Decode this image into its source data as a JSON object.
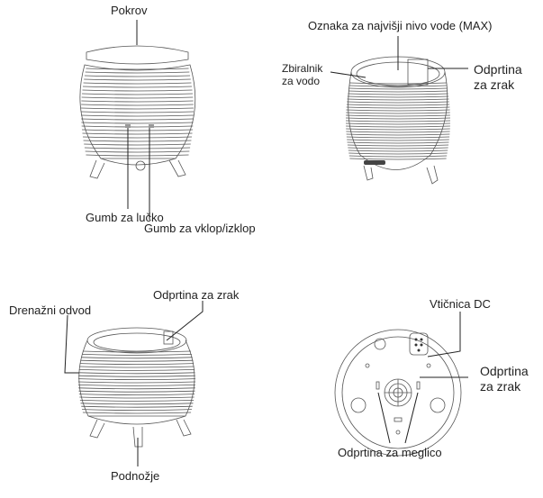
{
  "labels": {
    "lid": "Pokrov",
    "light_button": "Gumb za lučko",
    "power_button": "Gumb za vklop/izklop",
    "max_mark": "Oznaka za najvišji nivo vode (MAX)",
    "water_tank_line1": "Zbiralnik",
    "water_tank_line2": "za vodo",
    "air_vent_tr_line1": "Odprtina",
    "air_vent_tr_line2": "za zrak",
    "drain": "Drenažni odvod",
    "air_vent_bl": "Odprtina za zrak",
    "base": "Podnožje",
    "dc_socket": "Vtičnica DC",
    "air_vent_br_line1": "Odprtina",
    "air_vent_br_line2": "za zrak",
    "mist_vent": "Odprtina za meglico"
  },
  "colors": {
    "line": "#222222",
    "body": "#555555",
    "shade": "#e9e9e9"
  }
}
